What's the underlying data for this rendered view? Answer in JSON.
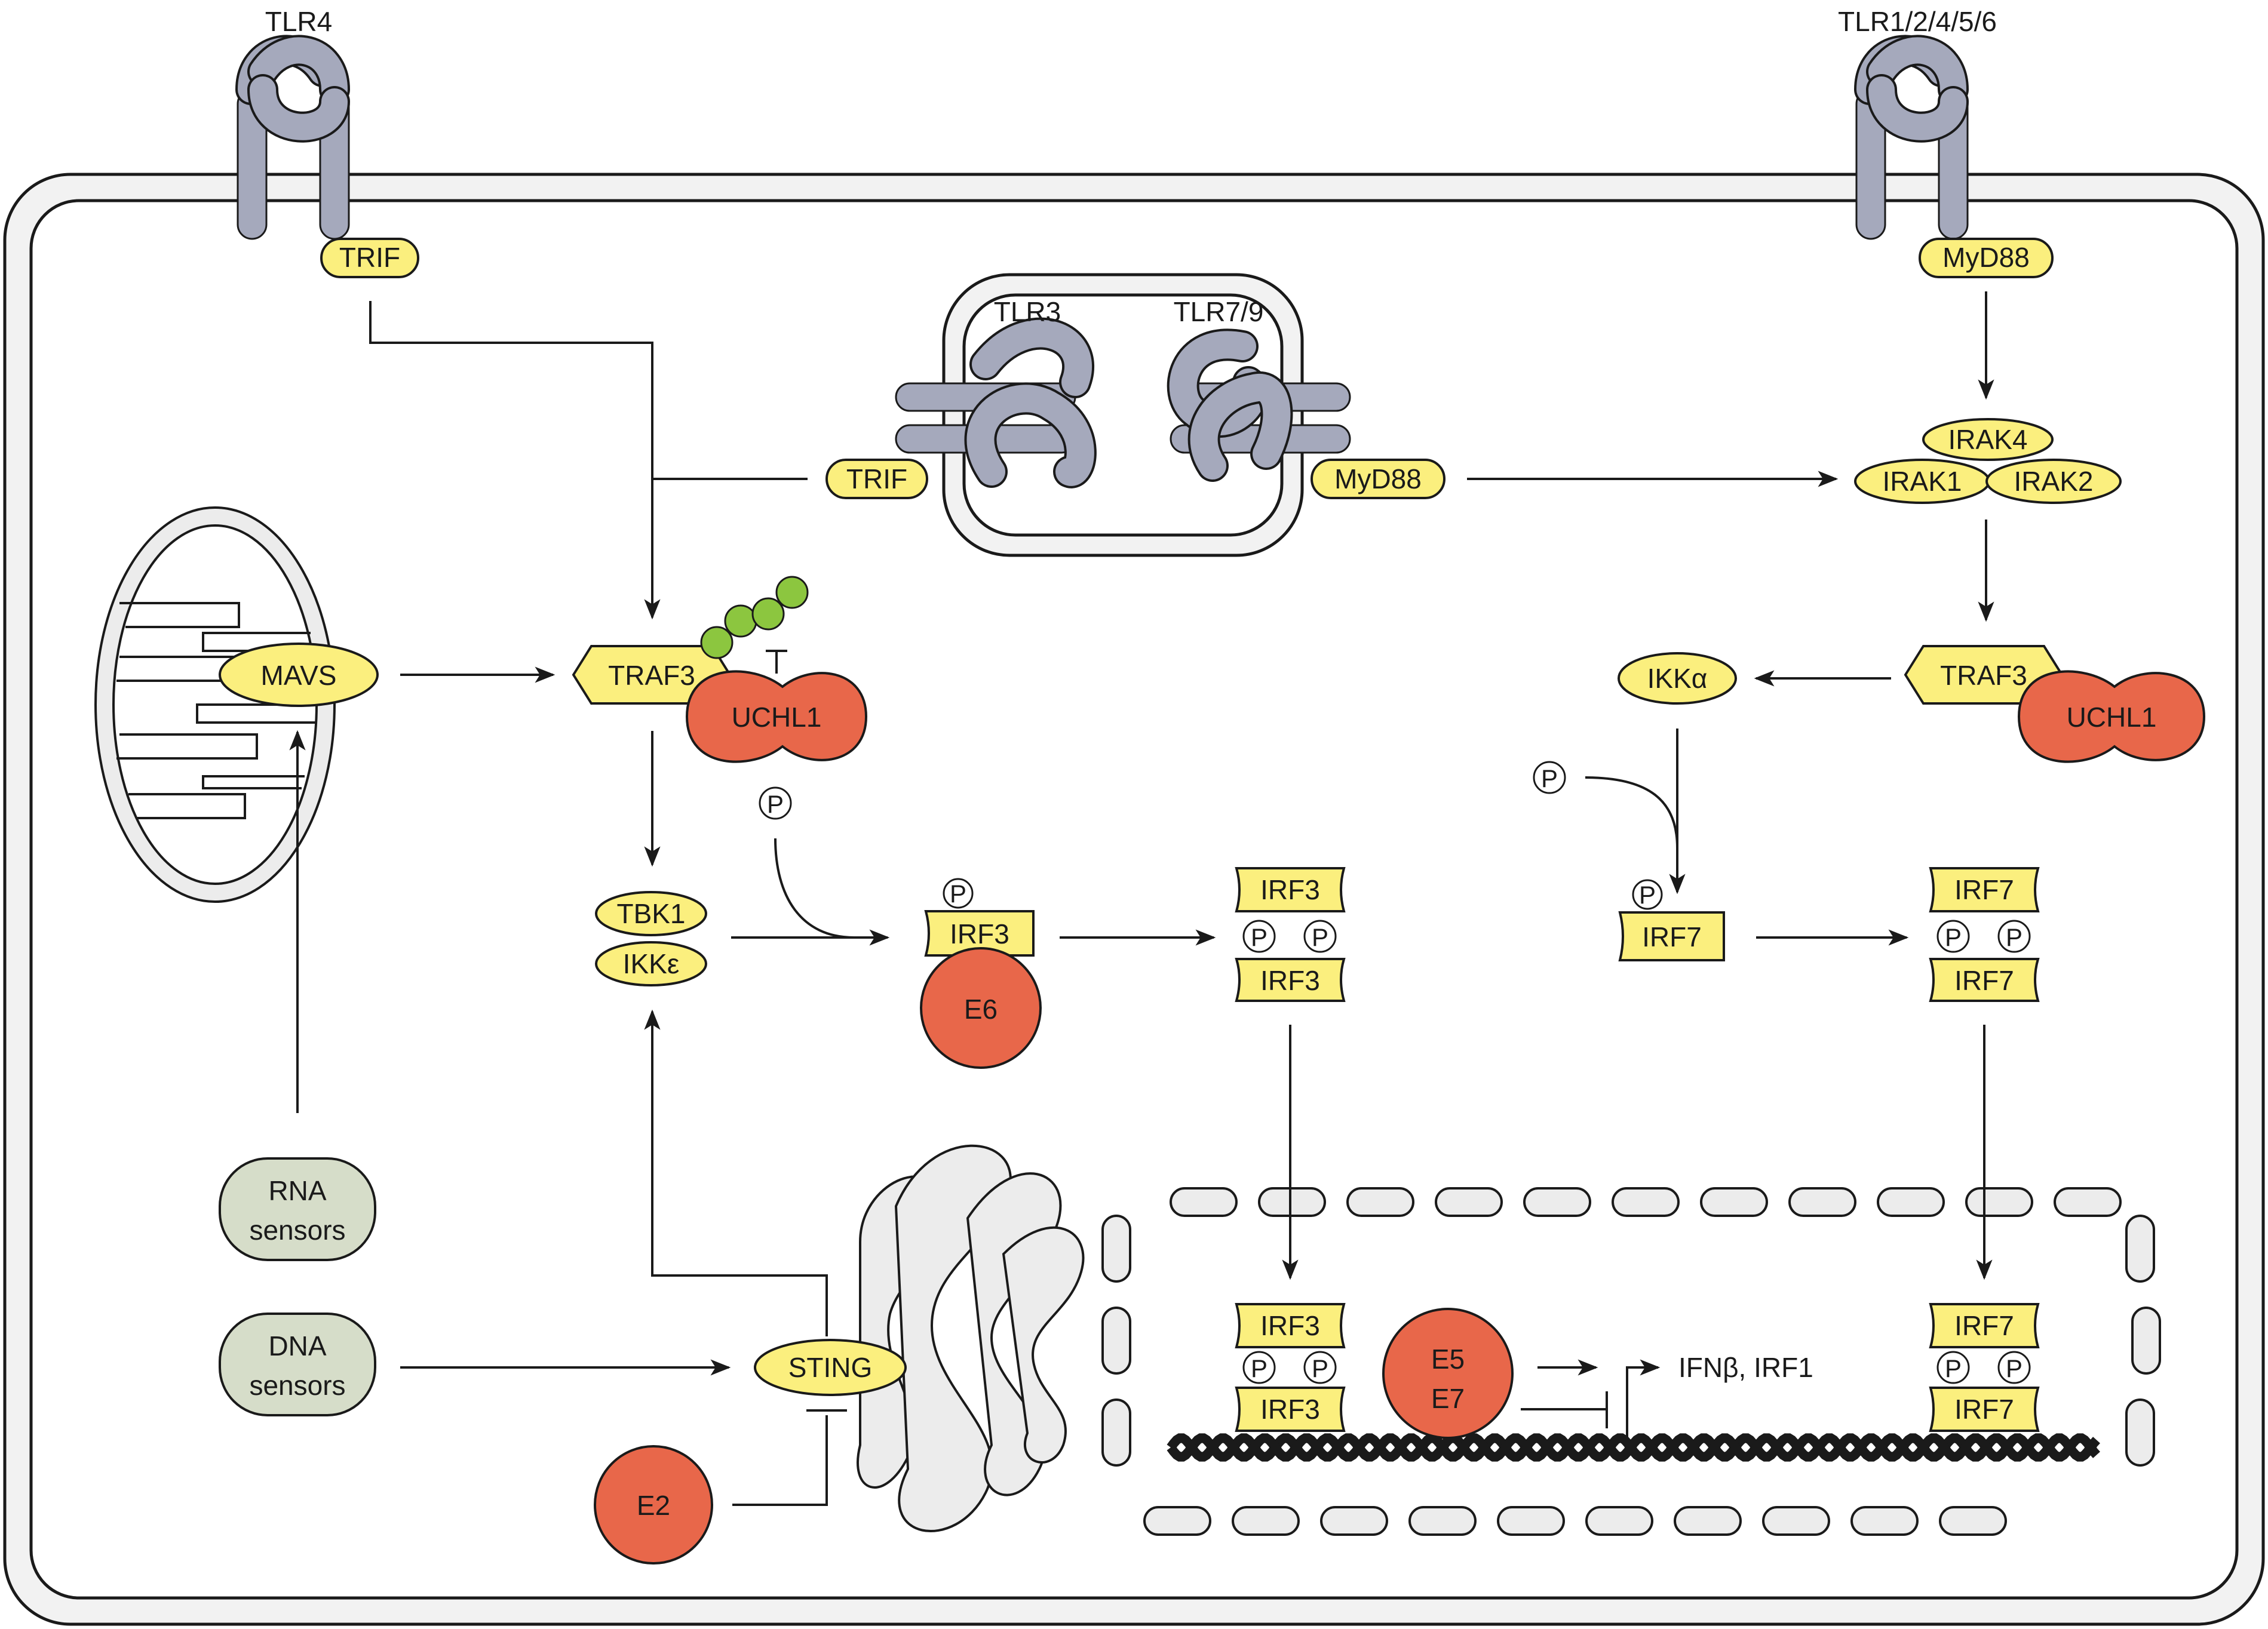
{
  "receptors": {
    "tlr4": "TLR4",
    "tlr_multi": "TLR1/2/4/5/6",
    "tlr3": "TLR3",
    "tlr79": "TLR7/9"
  },
  "adaptors": {
    "trif_top": "TRIF",
    "trif_endo": "TRIF",
    "myd88_top": "MyD88",
    "myd88_endo": "MyD88"
  },
  "irak": {
    "irak4": "IRAK4",
    "irak1": "IRAK1",
    "irak2": "IRAK2"
  },
  "left_pathway": {
    "mavs": "MAVS",
    "traf3": "TRAF3",
    "uchl1": "UCHL1",
    "tbk1": "TBK1",
    "ikke": "IKKε",
    "irf3_mono": "IRF3",
    "e6": "E6",
    "irf3_dimer_top": "IRF3",
    "irf3_dimer_bottom": "IRF3"
  },
  "right_pathway": {
    "traf3": "TRAF3",
    "uchl1": "UCHL1",
    "ikka": "IKKα",
    "irf7_mono": "IRF7",
    "irf7_dimer_top": "IRF7",
    "irf7_dimer_bottom": "IRF7"
  },
  "sensors": {
    "rna": [
      "RNA",
      "sensors"
    ],
    "dna": [
      "DNA",
      "sensors"
    ]
  },
  "sting": {
    "sting": "STING",
    "e2": "E2"
  },
  "nucleus": {
    "irf3_top": "IRF3",
    "irf3_bottom": "IRF3",
    "irf7_top": "IRF7",
    "irf7_bottom": "IRF7",
    "e5": "E5",
    "e7": "E7",
    "genes": "IFNβ, IRF1"
  },
  "phospho_symbol": "P",
  "colors": {
    "host_protein": "#fbef7e",
    "viral_protein": "#e8674a",
    "sensor": "#d6ddc9",
    "receptor": "#a5a9bc",
    "ubiquitin": "#8cc63f",
    "organelle": "#ececec"
  }
}
